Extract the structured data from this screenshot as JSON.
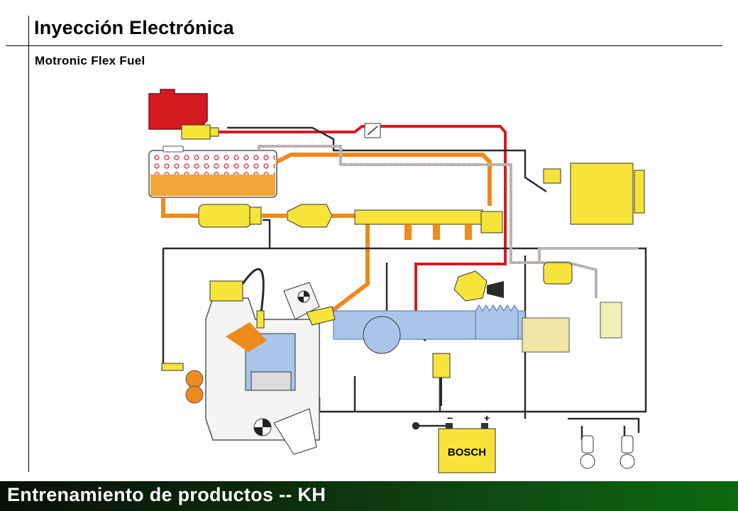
{
  "header": {
    "title": "Inyección Electrónica",
    "subtitle": "Motronic Flex Fuel"
  },
  "diagram": {
    "battery_label": "BOSCH",
    "battery_minus": "−",
    "battery_plus": "+",
    "colors": {
      "hose_red": "#d51a22",
      "hose_orange": "#ef8a1c",
      "fuel_blue": "#a9c6ea",
      "component_yellow": "#f6e43a",
      "wire_black": "#2b2b2b"
    }
  },
  "footer": {
    "text": "Entrenamiento de productos -- KH"
  }
}
